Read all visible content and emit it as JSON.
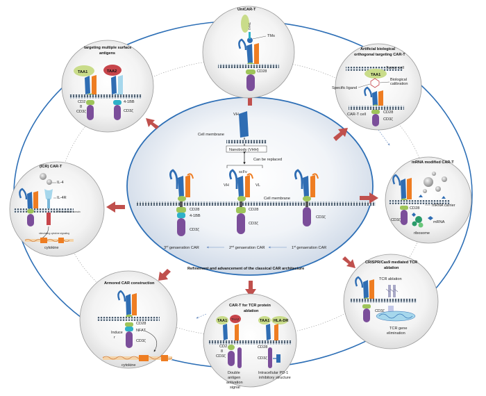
{
  "center": {
    "title": "Refinement and advancement of the classical CAR architecture",
    "vh": "VH",
    "vl": "VL",
    "cell_membrane": "Cell membrane",
    "cell_membrane_right": "Cell membrane",
    "nanobody": "Nanobody (VHH)",
    "can_be_replaced": "Can be replaced",
    "scfv": "scFv",
    "cd28_a": "CD28",
    "cd28_b": "CD28",
    "fourbb": "4-1BB",
    "cd3z_a": "CD3ζ",
    "cd3z_b": "CD3ζ",
    "cd3z_c": "CD3ζ",
    "gen3_num": "3",
    "gen3_sup": "rd",
    "gen3_txt": "genaeration CAR",
    "gen2_num": "2",
    "gen2_sup": "nd",
    "gen2_txt": "genaeration CAR",
    "gen1_num": "1",
    "gen1_sup": "st",
    "gen1_txt": "genaeration CAR"
  },
  "unicar": {
    "title": "UniCAR-T",
    "taa1": "TAA1",
    "tms": "TMs",
    "cd28": "CD28"
  },
  "abo": {
    "title1": "Artificial biological",
    "title2": "orthogonal targeting CAR-T",
    "taa1": "TAA1",
    "tumor_cell": "Tumor cell",
    "biological1": "Biological",
    "biological2": "calibration",
    "specific_ligand": "Specific ligand",
    "cart_cell": "CAR-T cell",
    "cd28": "CD28",
    "cd3z": "CD3ζ"
  },
  "mrna": {
    "title": "mRNA modified CAR-T",
    "carrier": "mRNA carrier",
    "cd28": "CD28",
    "cd3z": "CD3ζ",
    "mrna": "mRNA",
    "ribosome": "ribosome"
  },
  "crispr": {
    "title1": "CRISPR/Cas9 mediated TCR",
    "title2": "ablation",
    "tcr_ablation": "TCR ablation",
    "cd3z": "CD3ζ",
    "gene1": "TCR gene",
    "gene2": "elimination"
  },
  "tcrprot": {
    "title1": "CAR-T for TCR protein",
    "title2": "ablation",
    "taa1_a": "TAA1",
    "taa2": "TAA2",
    "taa1_b": "TAA1",
    "hla": "HLA-DR",
    "cd28_l": "CD2",
    "eight_l": "8",
    "cd3z_l": "CD3ζ",
    "cd28_r": "CD28",
    "cd3z_r": "CD3ζ",
    "double1": "Double",
    "double2": "antigen",
    "double3": "activation",
    "double4": "signal",
    "pd1_1": "Intracellular PD-1",
    "pd1_2": "inhibitory structure"
  },
  "armored": {
    "title": "Armored CAR construction",
    "cd28": "CD28",
    "nfat": "NFAT",
    "cd3z": "CD3ζ",
    "inducer1": "Induce",
    "inducer2": "r",
    "cytokine": "cytokine"
  },
  "icr": {
    "title": "(ICR) CAR-T",
    "il4": "IL-4",
    "il4r": "IL-4R",
    "domain": "IL-7R intracellular domain",
    "stim": "stimulating cytokine signaling",
    "cytokine": "cytokine"
  },
  "multi": {
    "title1": "targeting multiple surface",
    "title2": "antigens",
    "taa1": "TAA1",
    "taa2": "TAA2",
    "cd2": "CD2",
    "eight": "8",
    "cd3z_l": "CD3ζ",
    "fourbb": "4-1BB",
    "cd3z_r": "CD3ζ"
  },
  "colors": {
    "blue_domain": "#2f6db3",
    "orange_domain": "#ee7d22",
    "green_hinge": "#9ec45a",
    "purple_tail": "#7b4e9a",
    "teal_41bb": "#2eb0c8",
    "arrow_red": "#c0504d",
    "circle_blue": "#2d6fb6",
    "taa_green": "#c9dc8a",
    "taa_red": "#c7454b"
  }
}
